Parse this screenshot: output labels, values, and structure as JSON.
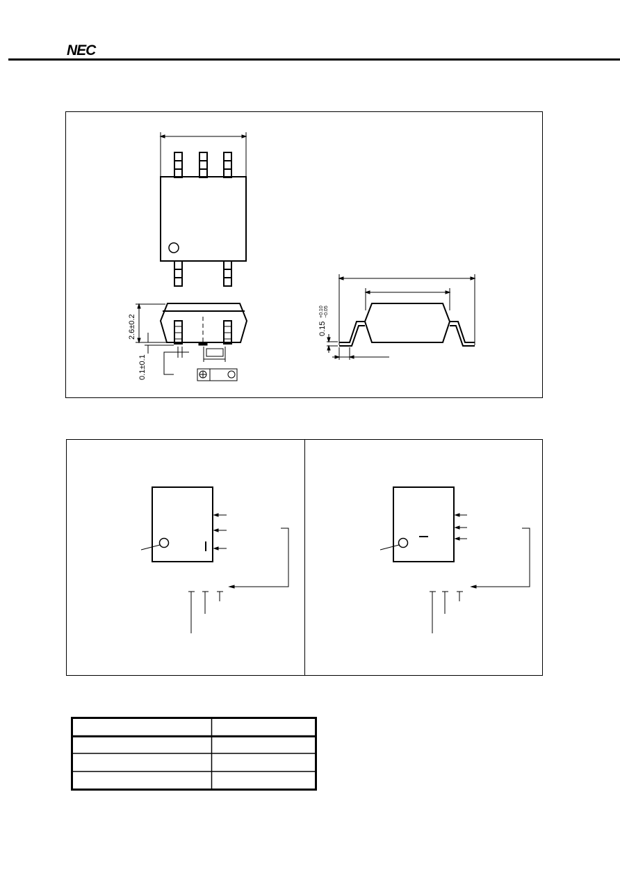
{
  "header": {
    "logo_text": "NEC"
  },
  "package_drawing": {
    "dim_height": "2.6±0.2",
    "dim_standoff": "0.1±0.1",
    "dim_lead_thickness_base": "0.15",
    "dim_lead_thickness_tol_upper": "+0.10",
    "dim_lead_thickness_tol_lower": "−0.05"
  },
  "colors": {
    "ink": "#000000",
    "paper": "#ffffff"
  }
}
